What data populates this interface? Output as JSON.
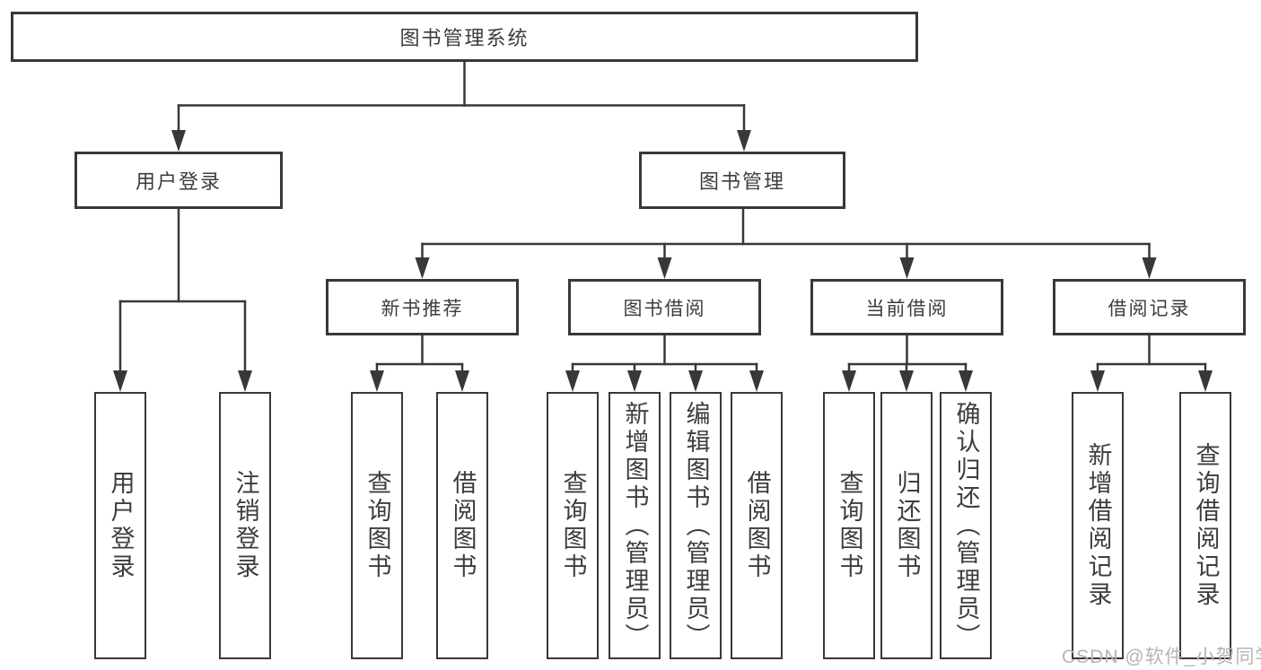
{
  "diagram": {
    "root": {
      "label": "图书管理系统"
    },
    "branches": [
      {
        "label": "用户登录",
        "children": [
          {
            "label": "用户登录"
          },
          {
            "label": "注销登录"
          }
        ]
      },
      {
        "label": "图书管理",
        "children": [
          {
            "label": "新书推荐",
            "children": [
              {
                "label": "查询图书"
              },
              {
                "label": "借阅图书"
              }
            ]
          },
          {
            "label": "图书借阅",
            "children": [
              {
                "label": "查询图书"
              },
              {
                "label": "新增图书（管理员）"
              },
              {
                "label": "编辑图书（管理员）"
              },
              {
                "label": "借阅图书"
              }
            ]
          },
          {
            "label": "当前借阅",
            "children": [
              {
                "label": "查询图书"
              },
              {
                "label": "归还图书"
              },
              {
                "label": "确认归还（管理员）"
              }
            ]
          },
          {
            "label": "借阅记录",
            "children": [
              {
                "label": "新增借阅记录"
              },
              {
                "label": "查询借阅记录"
              }
            ]
          }
        ]
      }
    ],
    "watermark": "CSDN @软件_小贺同学",
    "colors": {
      "line": "#383838",
      "text": "#3d3d3d",
      "background": "#ffffff",
      "watermark": "#b5b5b5"
    }
  }
}
